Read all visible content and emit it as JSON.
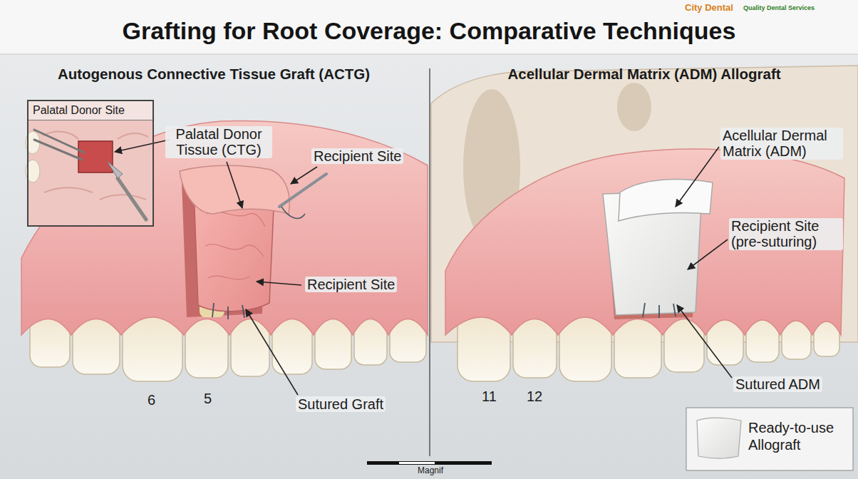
{
  "diagram": {
    "title": "Grafting for Root Coverage: Comparative Techniques",
    "nodes": [
      {
        "text": [
          "Autogenous Connective Tissue Graft (ACTG)"
        ]
      },
      {
        "text": [
          "Palatal Donor Site"
        ],
        "in": 0
      },
      {
        "text": [
          "Acellular Dermal Matrix (ADM) Allograft"
        ]
      }
    ],
    "labels": [
      "City Dental",
      "Quality Dental Services",
      "Palatal Donor Tissue (CTG)",
      "Recipient Site",
      "Recipient Site",
      "Sutured Graft",
      "6",
      "5",
      "Acellular Dermal Matrix (ADM)",
      "Recipient Site (pre-suturing)",
      "Sutured ADM",
      "11",
      "12",
      "Magnif"
    ],
    "legend": [
      {
        "text": "Ready-to-use Allograft"
      }
    ]
  }
}
